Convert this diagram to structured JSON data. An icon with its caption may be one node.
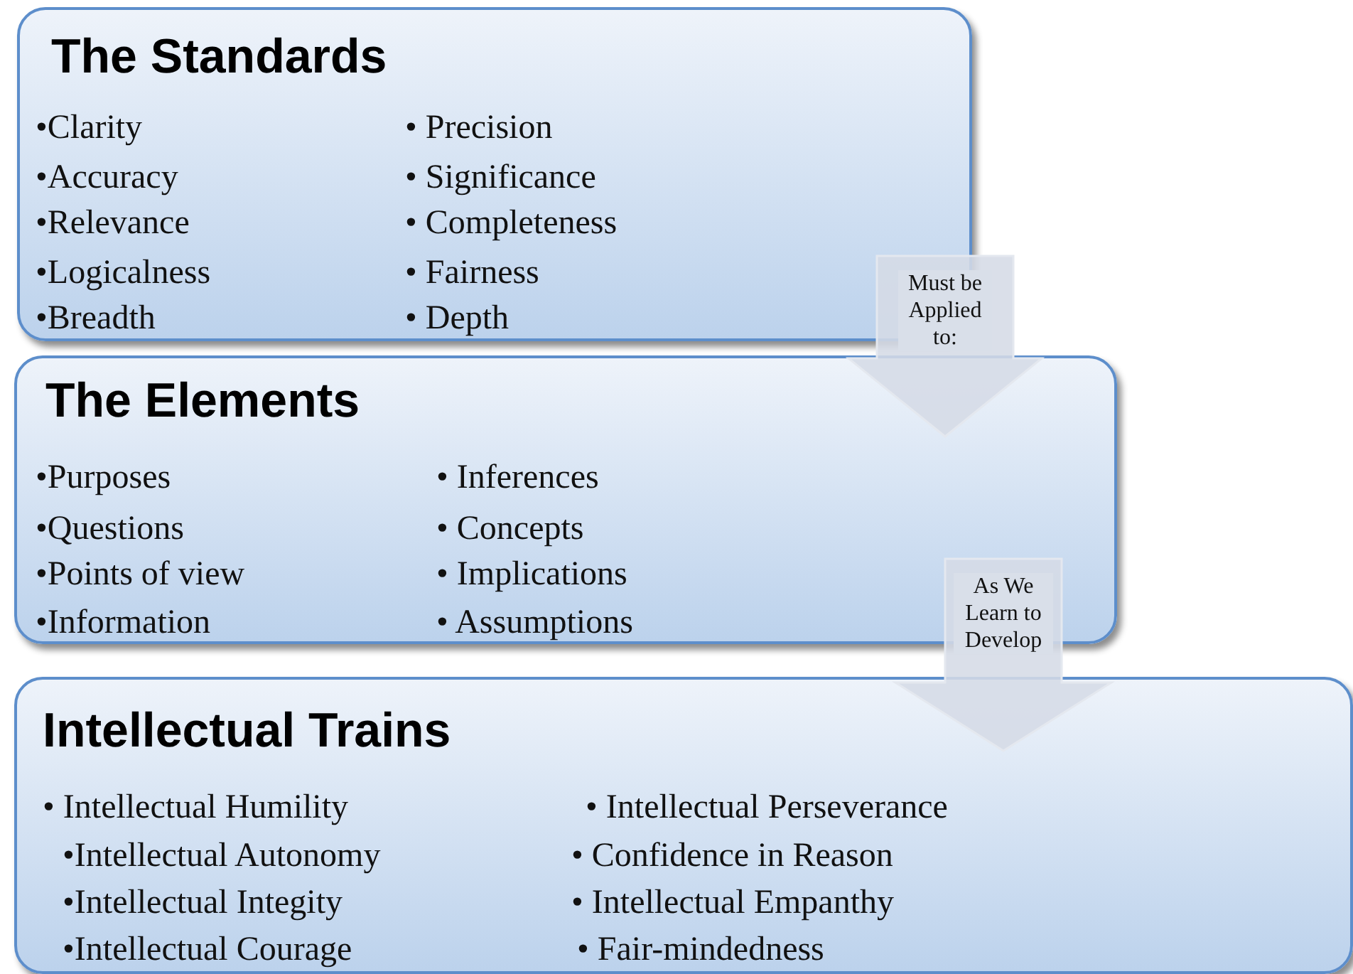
{
  "diagram": {
    "nodes": [
      {
        "text": [
          "The Standards",
          "•Clarity",
          "•Accuracy",
          "•Relevance",
          "•Logicalness",
          "•Breadth",
          "• Precision",
          "• Significance",
          "• Completeness",
          "• Fairness",
          "• Depth"
        ]
      },
      {
        "text": [
          "The Elements",
          "•Purposes",
          "•Questions",
          "•Points of view",
          "•Information",
          "• Inferences",
          "• Concepts",
          "• Implications",
          "• Assumptions"
        ]
      },
      {
        "text": [
          "Intellectual Trains",
          "•  Intellectual Humility",
          "•Intellectual Autonomy",
          "•Intellectual Integity",
          "•Intellectual Courage",
          "• Intellectual Perseverance",
          "• Confidence in Reason",
          "•  Intellectual Empanthy",
          "• Fair-mindedness"
        ]
      }
    ],
    "edges": [
      {
        "from": 0,
        "to": 1,
        "arrow": "to",
        "label": "Must be Applied to:"
      },
      {
        "from": 1,
        "to": 2,
        "arrow": "to",
        "label": "As We Learn to Develop"
      }
    ]
  }
}
